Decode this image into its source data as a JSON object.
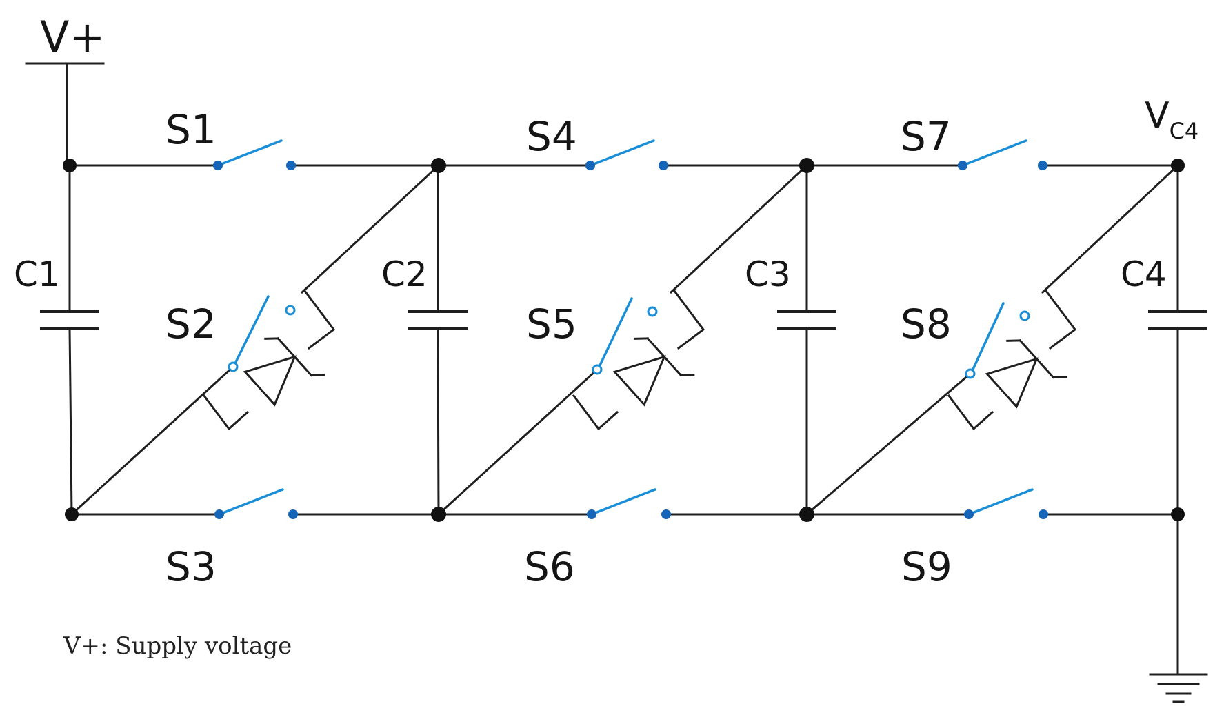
{
  "diagram": {
    "supply_label": "V+",
    "output_label_main": "V",
    "output_label_sub": "C4",
    "switches": [
      "S1",
      "S2",
      "S3",
      "S4",
      "S5",
      "S6",
      "S7",
      "S8",
      "S9"
    ],
    "capacitors": [
      "C1",
      "C2",
      "C3",
      "C4"
    ],
    "note": "V+: Supply voltage"
  },
  "colors": {
    "wire": "#1f1f1f",
    "switch": "#1a8fd8",
    "node": "#111111"
  }
}
